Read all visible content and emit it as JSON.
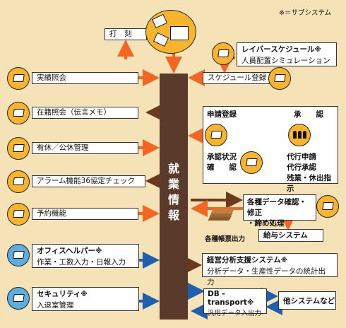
{
  "note": "※＝サブシステム",
  "center": [
    "就",
    "業",
    "情",
    "報"
  ],
  "top": {
    "dakoku": "打　刻"
  },
  "left": [
    {
      "label": "実績照会"
    },
    {
      "label": "在籍照会（伝言メモ）"
    },
    {
      "label": "有休／公休管理"
    },
    {
      "label": "アラーム機能36協定チェック"
    },
    {
      "label": "予約機能"
    }
  ],
  "office": {
    "title": "オフィスヘルパー",
    "mark": "※",
    "sub": "作業・工数入力・日報入力"
  },
  "security": {
    "title": "セキュリティ",
    "mark": "※",
    "sub": "入退室管理"
  },
  "labor": {
    "title": "レイバースケジュール",
    "mark": "※",
    "sub": "人員配置シミュレーション"
  },
  "schedule": {
    "label": "スケジュール登録"
  },
  "approval": {
    "apply": "申請登録",
    "approve": "承　　認",
    "status1": "承認状況",
    "status2": "確　　認",
    "proxy1": "代行申請",
    "proxy2": "代行承認",
    "proxy3": "残業・休出指示"
  },
  "data_check": {
    "line1": "各種データ確認・修正",
    "line2": "・締め処理"
  },
  "forms": "各種帳票出力",
  "payroll": "給与システム",
  "analysis": {
    "title": "経営分析支援システム",
    "mark": "※",
    "sub": "分析データ・生産性データの統計出力"
  },
  "db": {
    "title": "DB - transport",
    "mark": "※",
    "sub": "汎用データ入出力"
  },
  "other": "他システムなど",
  "colors": {
    "bar": "#5a3a2a",
    "orange_arrow": "#f26522",
    "brown_arrow": "#6b3a1e",
    "blue_arrow": "#1f5fb0",
    "bg": "#f5e2b6"
  }
}
